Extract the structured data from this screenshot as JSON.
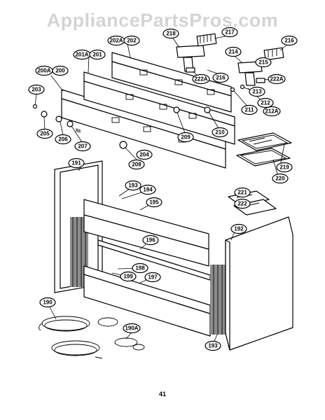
{
  "watermark": "AppliancePartsPros.com",
  "page_number": "41",
  "labels": {
    "l190": "190",
    "l190a": "190A",
    "l191": "191",
    "l192": "192",
    "l193a": "193",
    "l193b": "193",
    "l194": "194",
    "l195": "195",
    "l196": "196",
    "l197": "197",
    "l198": "198",
    "l199": "199",
    "l200": "200",
    "l200a": "200A",
    "l201": "201",
    "l201a": "201A",
    "l202": "202",
    "l202a": "202A",
    "l203": "203",
    "l204": "204",
    "l205": "205",
    "l206": "206",
    "l207": "207",
    "l208": "208",
    "l209": "209",
    "l210": "210",
    "l211": "211",
    "l212": "212",
    "l212a": "212A",
    "l213": "213",
    "l214": "214",
    "l215": "215",
    "l216": "216",
    "l216b": "216",
    "l217": "217",
    "l218": "218",
    "l219": "219",
    "l220": "220",
    "l221": "221",
    "l222": "222",
    "l222a": "222A",
    "l222a2": "222A"
  }
}
